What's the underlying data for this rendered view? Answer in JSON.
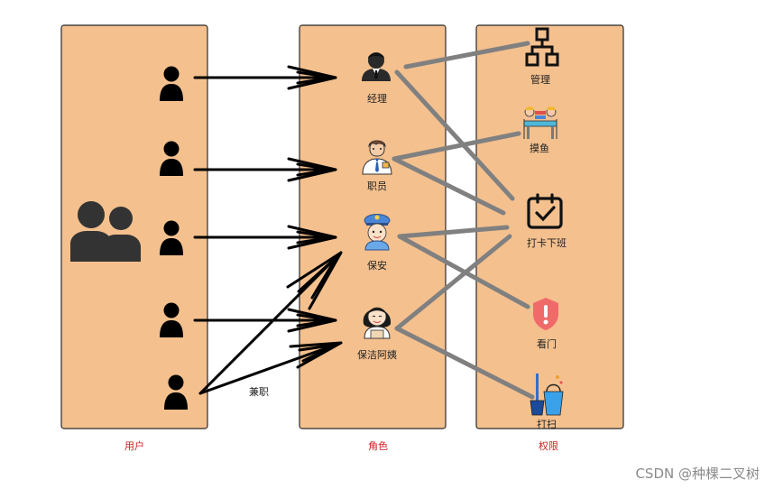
{
  "columns": [
    {
      "id": "users",
      "label": "用户"
    },
    {
      "id": "roles",
      "label": "角色"
    },
    {
      "id": "permissions",
      "label": "权限"
    }
  ],
  "colors": {
    "panel": "#f4c08e",
    "column_label": "#cc2222",
    "permission_line": "#808080",
    "arrow": "#000000"
  },
  "roles": [
    {
      "id": "manager",
      "label": "经理",
      "icon": "manager-icon"
    },
    {
      "id": "staff",
      "label": "职员",
      "icon": "office-worker-icon"
    },
    {
      "id": "guard",
      "label": "保安",
      "icon": "security-guard-icon"
    },
    {
      "id": "cleaner",
      "label": "保洁阿姨",
      "icon": "cleaning-lady-icon"
    }
  ],
  "permissions": [
    {
      "id": "manage",
      "label": "管理",
      "icon": "org-chart-icon"
    },
    {
      "id": "slack",
      "label": "摸鱼",
      "icon": "meeting-table-icon"
    },
    {
      "id": "clock",
      "label": "打卡下班",
      "icon": "calendar-check-icon"
    },
    {
      "id": "watch",
      "label": "看门",
      "icon": "shield-alert-icon"
    },
    {
      "id": "clean",
      "label": "打扫",
      "icon": "broom-bucket-icon"
    }
  ],
  "users_icon": "person-icon",
  "group_icon": "user-group-icon",
  "edge_label": "兼职",
  "watermark": "CSDN @种棵二叉树"
}
